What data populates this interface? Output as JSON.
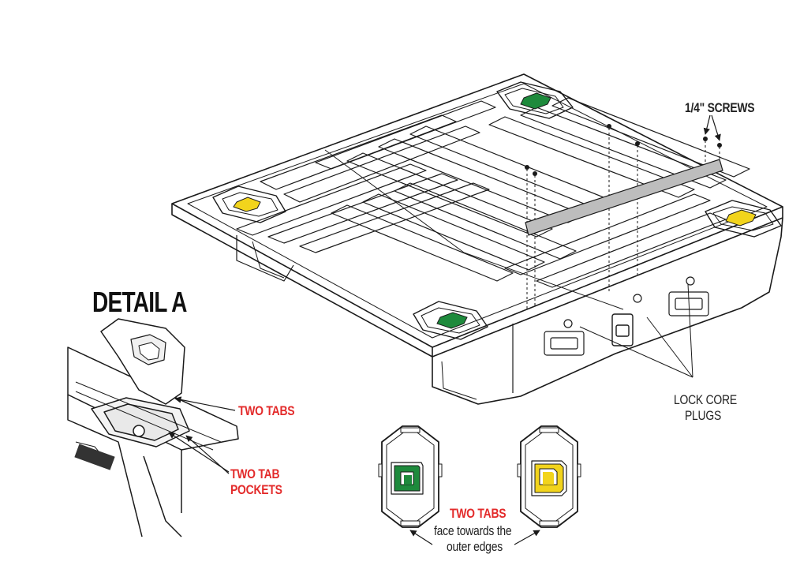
{
  "diagram": {
    "detail_title": "DETAIL A",
    "labels": {
      "screws": "1/4\" SCREWS",
      "lock_core_line1": "LOCK CORE",
      "lock_core_line2": "PLUGS",
      "two_tabs_detail": "TWO TABS",
      "tab_pockets_line1": "TWO TAB",
      "tab_pockets_line2": "POCKETS",
      "two_tabs_bottom": "TWO TABS",
      "face_line1": "face towards the",
      "face_line2": "outer edges"
    },
    "colors": {
      "callout_red": "#e32b2b",
      "line": "#1a1a1a",
      "plug_green": "#1e8a3c",
      "plug_yellow": "#f2d41c",
      "rail_gray": "#bdbdbd"
    },
    "icons": [
      "green-lock-plug-icon",
      "yellow-lock-plug-icon",
      "arrow-icon"
    ]
  }
}
